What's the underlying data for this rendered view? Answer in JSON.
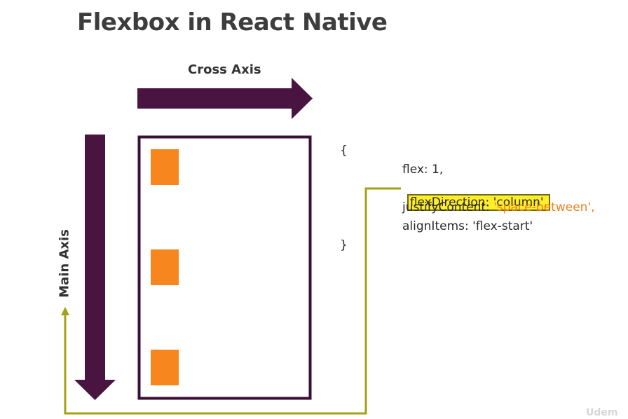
{
  "title": "Flexbox in React Native",
  "cross_axis_label": "Cross Axis",
  "main_axis_label": "Main Axis",
  "code": {
    "open_brace": "{",
    "close_brace": "}",
    "line1": "flex: 1,",
    "line2": "flexDirection: 'column',",
    "line3_key": "justifyContent: ",
    "line3_value": "'space-between',",
    "line4": "alignItems: 'flex-start'"
  },
  "watermark": "Udem",
  "colors": {
    "arrow": "#4a1440",
    "item": "#f7861e",
    "connector": "#a3a114",
    "highlight": "#ffee2a"
  }
}
